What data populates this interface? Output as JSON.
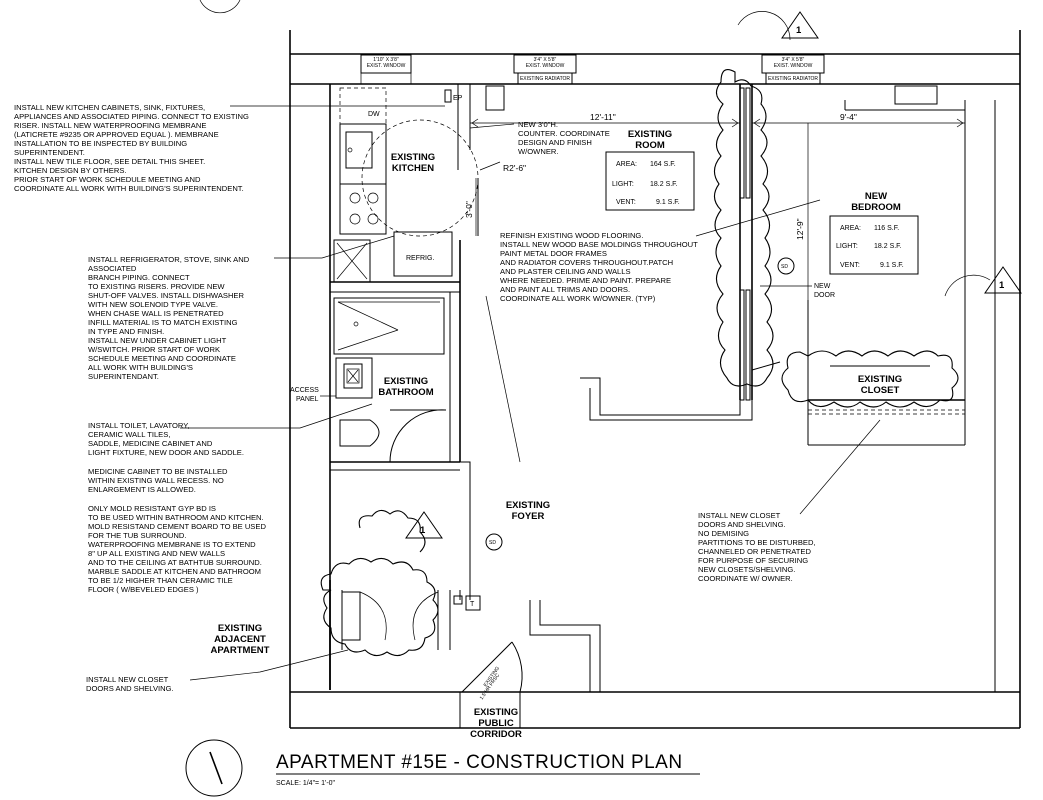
{
  "title": "APARTMENT #15E -  CONSTRUCTION PLAN",
  "scale": "SCALE: 1/4\"= 1'-0\"",
  "windows": {
    "kitchen_window": "1'10\" X 3'8\"",
    "room_window": "3'4\" X 5'8\"",
    "bedroom_window": "3'4\" X 5'8\"",
    "exist_window": "EXIST. WINDOW",
    "existing_radiator": "EXISTING RADIATOR"
  },
  "revision_tag": "1",
  "rooms": {
    "kitchen": [
      "EXISTING",
      "KITCHEN"
    ],
    "room": [
      "EXISTING",
      "ROOM"
    ],
    "bedroom": [
      "NEW",
      "BEDROOM"
    ],
    "bathroom": [
      "EXISTING",
      "BATHROOM"
    ],
    "closet": [
      "EXISTING",
      "CLOSET"
    ],
    "foyer": [
      "EXISTING",
      "FOYER"
    ],
    "adjacent": [
      "EXISTING",
      "ADJACENT",
      "APARTMENT"
    ],
    "corridor": [
      "EXISTING",
      "PUBLIC",
      "CORRIDOR"
    ]
  },
  "room_table": {
    "area_label": "AREA:",
    "light_label": "LIGHT:",
    "vent_label": "VENT:",
    "room": {
      "area": "164 S.F.",
      "light": "18.2  S.F.",
      "vent": "9.1  S.F."
    },
    "bedroom": {
      "area": "116 S.F.",
      "light": "18.2  S.F.",
      "vent": "9.1  S.F."
    }
  },
  "dimensions": {
    "room_width": "12'-11\"",
    "bedroom_width": "9'-4\"",
    "bedroom_depth": "12'-9\"",
    "kitchen_depth": "3'-0\"",
    "door_swing": "R2'-6\""
  },
  "labels": {
    "dw": "DW",
    "ep": "EP",
    "refrig": "REFRIG.",
    "access_panel": [
      "ACCESS",
      "PANEL"
    ],
    "sd": "SD",
    "new_door": [
      "NEW",
      "DOOR"
    ],
    "t": "T",
    "fire_door": [
      "EXISTING",
      "1.5 HR FRSC"
    ]
  },
  "notes": {
    "kitchen": [
      "INSTALL NEW KITCHEN CABINETS, SINK, FIXTURES,",
      "APPLIANCES AND ASSOCIATED PIPING. CONNECT TO EXISTING",
      "RISER. INSTALL NEW WATERPROOFING MEMBRANE",
      "(LATICRETE #9235 OR APPROVED EQUAL ). MEMBRANE",
      "INSTALLATION TO BE INSPECTED BY BUILDING",
      "SUPERINTENDENT.",
      "INSTALL NEW TILE FLOOR, SEE DETAIL THIS SHEET.",
      "KITCHEN DESIGN BY OTHERS.",
      "PRIOR START OF WORK SCHEDULE MEETING AND",
      "COORDINATE ALL WORK WITH BUILDING'S SUPERINTENDENT."
    ],
    "refrigerator": [
      "INSTALL REFRIGERATOR, STOVE, SINK AND",
      "ASSOCIATED",
      "BRANCH PIPING. CONNECT",
      "TO EXISTING RISERS. PROVIDE NEW",
      "SHUT-OFF VALVES. INSTALL DISHWASHER",
      "WITH NEW SOLENOID TYPE VALVE.",
      "WHEN CHASE WALL IS PENETRATED",
      "INFILL MATERIAL IS TO MATCH EXISTING",
      "IN TYPE AND FINISH.",
      "INSTALL NEW UNDER CABINET LIGHT",
      "W/SWITCH. PRIOR START OF WORK",
      "SCHEDULE MEETING AND COORDINATE",
      "ALL WORK WITH BUILDING'S",
      "SUPERINTENDANT."
    ],
    "toilet": [
      "INSTALL TOILET, LAVATORY,",
      "CERAMIC WALL TILES,",
      "SADDLE, MEDICINE CABINET AND",
      "LIGHT FIXTURE, NEW DOOR AND SADDLE."
    ],
    "medicine": [
      "MEDICINE CABINET TO BE INSTALLED",
      "WITHIN EXISTING WALL RECESS. NO",
      "ENLARGEMENT IS ALLOWED."
    ],
    "gyp": [
      "ONLY MOLD RESISTANT GYP BD IS",
      "TO BE USED WITHIN BATHROOM AND KITCHEN.",
      "MOLD RESISTAND CEMENT BOARD TO BE USED",
      "FOR THE TUB SURROUND.",
      "WATERPROOFING MEMBRANE IS TO EXTEND",
      "8\" UP ALL EXISTING AND NEW WALLS",
      "AND TO THE CEILING AT BATHTUB SURROUND.",
      "MARBLE SADDLE AT KITCHEN AND BATHROOM",
      "TO BE 1/2 HIGHER THAN CERAMIC TILE",
      "FLOOR ( W/BEVELED EDGES )"
    ],
    "closet_left": [
      "INSTALL NEW CLOSET",
      "DOORS AND SHELVING."
    ],
    "counter": [
      "NEW 3'0\"H.",
      "COUNTER. COORDINATE",
      "DESIGN AND FINISH",
      "W/OWNER."
    ],
    "flooring": [
      "REFINISH EXISTING WOOD FLOORING.",
      "INSTALL NEW WOOD BASE MOLDINGS THROUGHOUT",
      "PAINT METAL DOOR FRAMES",
      "AND RADIATOR COVERS THROUGHOUT.PATCH",
      "AND PLASTER CEILING AND WALLS",
      "WHERE NEEDED. PRIME AND PAINT. PREPARE",
      "AND PAINT ALL TRIMS AND DOORS.",
      "COORDINATE ALL WORK W/OWNER. (TYP)"
    ],
    "closet_right": [
      "INSTALL NEW CLOSET",
      "DOORS AND SHELVING.",
      "NO DEMISING",
      "PARTITIONS TO BE DISTURBED,",
      "CHANNELED OR PENETRATED",
      "FOR PURPOSE OF SECURING",
      "NEW CLOSETS/SHELVING.",
      "COORDINATE W/ OWNER."
    ]
  }
}
